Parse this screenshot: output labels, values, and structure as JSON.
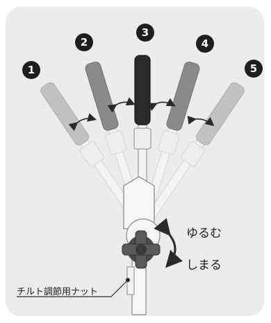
{
  "positions": [
    {
      "label": "1",
      "angle": -34,
      "shade": "#c2c2c2",
      "edge": "#b2b2b2"
    },
    {
      "label": "2",
      "angle": -17,
      "shade": "#8a8a8a",
      "edge": "#7a7a7a"
    },
    {
      "label": "3",
      "angle": 0,
      "shade": "#2a2a2a",
      "edge": "#1a1a1a"
    },
    {
      "label": "4",
      "angle": 17,
      "shade": "#8a8a8a",
      "edge": "#7a7a7a"
    },
    {
      "label": "5",
      "angle": 34,
      "shade": "#c2c2c2",
      "edge": "#b2b2b2"
    }
  ],
  "rotation": {
    "loosen_label": "ゆるむ",
    "tighten_label": "しまる"
  },
  "callout": {
    "nut_label": "チルト調節用ナット"
  },
  "colors": {
    "background": "#ececec",
    "badge": "#1e1e1e",
    "knob": "#4a4a4a"
  }
}
